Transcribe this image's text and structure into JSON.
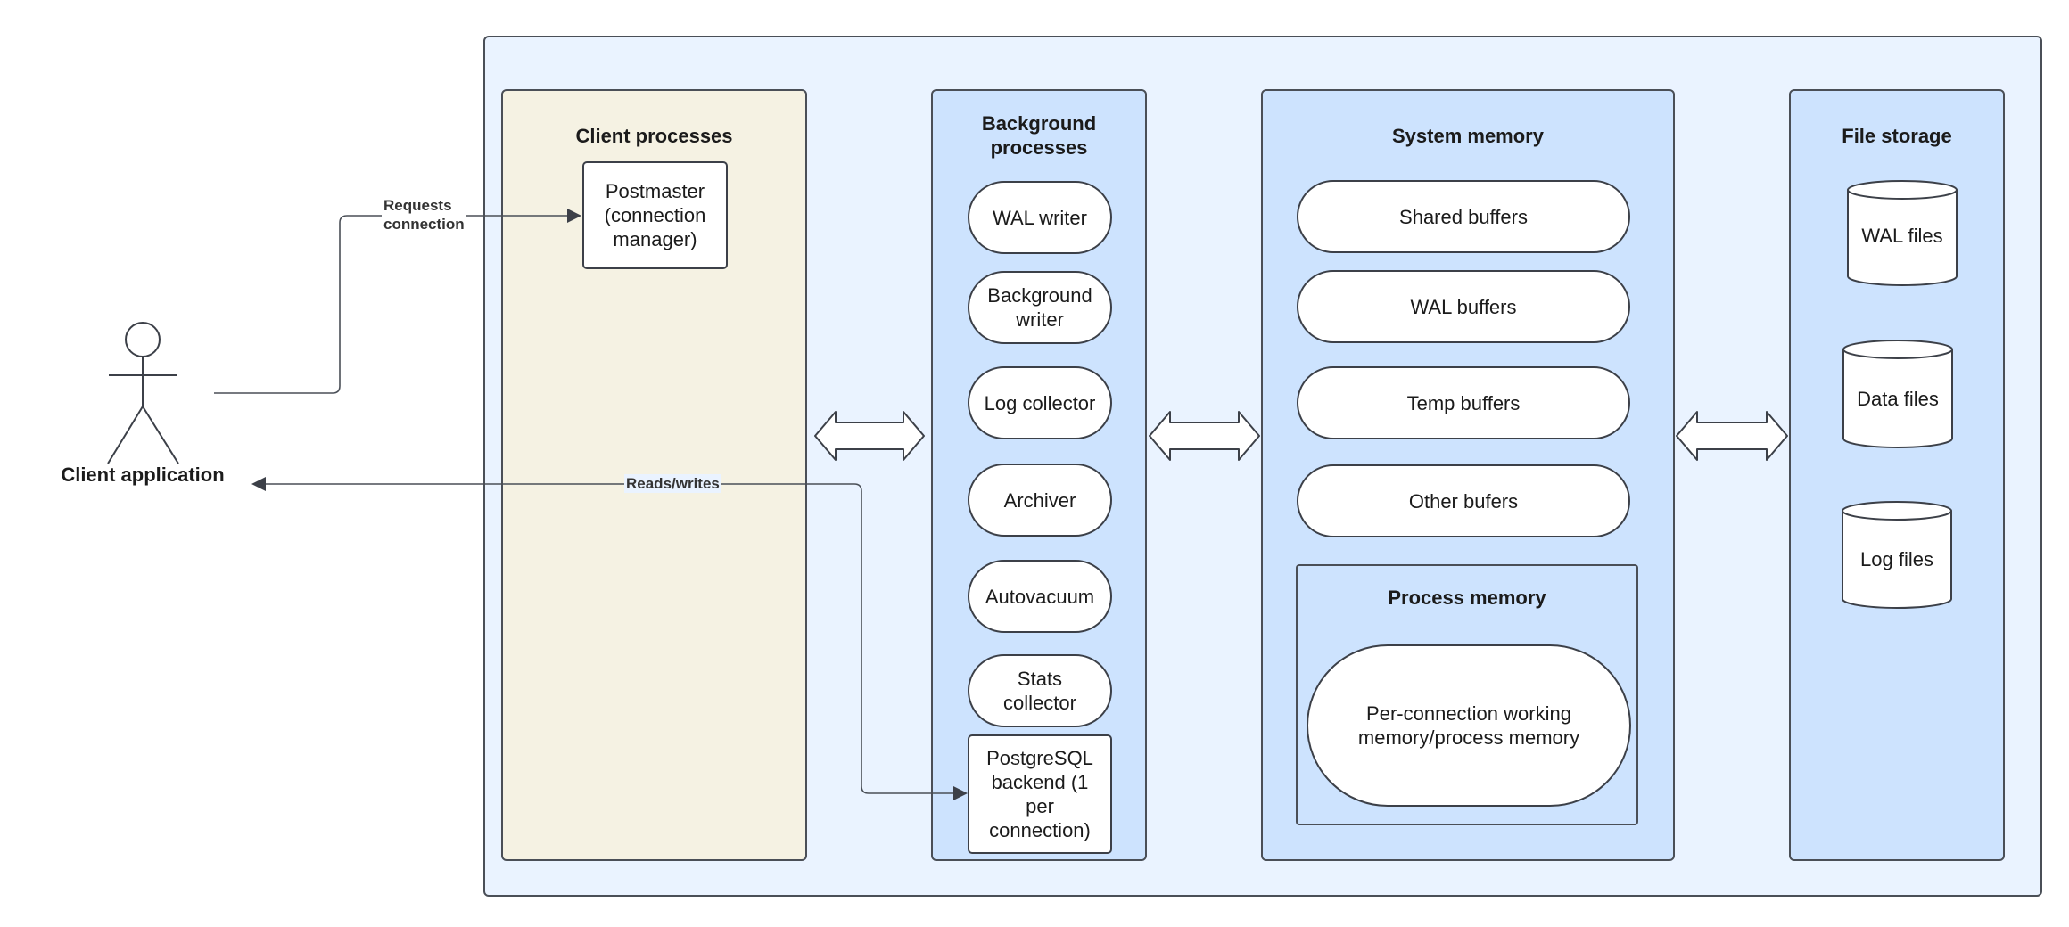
{
  "actor": {
    "label": "Client application"
  },
  "edges": {
    "requests": "Requests\nconnection",
    "reads_writes": "Reads/writes"
  },
  "columns": {
    "client": {
      "title": "Client processes",
      "postmaster": "Postmaster (connection manager)"
    },
    "background": {
      "title": "Background processes",
      "items": [
        "WAL writer",
        "Background writer",
        "Log collector",
        "Archiver",
        "Autovacuum",
        "Stats collector"
      ],
      "backend": "PostgreSQL backend (1 per connection)"
    },
    "memory": {
      "title": "System memory",
      "items": [
        "Shared buffers",
        "WAL buffers",
        "Temp buffers",
        "Other bufers"
      ],
      "process_memory": {
        "title": "Process memory",
        "item": "Per-connection working memory/process memory"
      }
    },
    "files": {
      "title": "File storage",
      "items": [
        "WAL files",
        "Data files",
        "Log files"
      ]
    }
  },
  "colors": {
    "outer_bg": "#eaf3ff",
    "client_col_bg": "#f5f2e3",
    "column_bg": "#cde3fe",
    "line": "#4a4f57"
  }
}
